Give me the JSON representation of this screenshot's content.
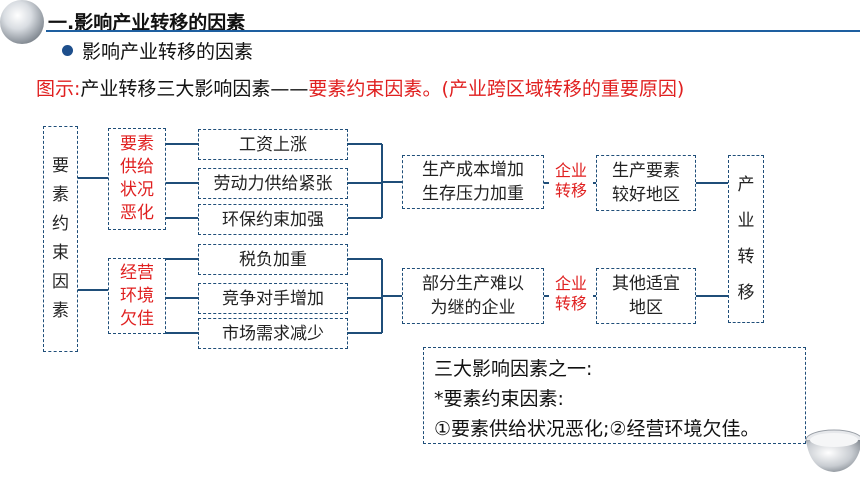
{
  "header": {
    "title": "一.影响产业转移的因素"
  },
  "section": {
    "bullet": "影响产业转移的因素"
  },
  "caption": {
    "label": "图示:",
    "text": "产业转移三大影响因素——",
    "highlight": "要素约束因素",
    "note": "。(产业跨区域转移的重要原因)"
  },
  "diagram": {
    "root_chars": [
      "要",
      "素",
      "约",
      "束",
      "因",
      "素"
    ],
    "group1": {
      "lines": [
        "要素",
        "供给",
        "状况",
        "恶化"
      ]
    },
    "group2": {
      "lines": [
        "经营",
        "环境",
        "欠佳"
      ]
    },
    "factors1": [
      "工资上涨",
      "劳动力供给紧张",
      "环保约束加强"
    ],
    "factors2": [
      "税负加重",
      "竞争对手增加",
      "市场需求减少"
    ],
    "result1": [
      "生产成本增加",
      "生存压力加重"
    ],
    "result2": [
      "部分生产难以",
      "为继的企业"
    ],
    "arrow1": [
      "企业",
      "转移"
    ],
    "arrow2": [
      "企业",
      "转移"
    ],
    "dest1": [
      "生产要素",
      "较好地区"
    ],
    "dest2": [
      "其他适宜",
      "地区"
    ],
    "final_chars": [
      "产",
      "业",
      "转",
      "移"
    ]
  },
  "summary": {
    "line1": "三大影响因素之一:",
    "line2": "*要素约束因素:",
    "line3": "①要素供给状况恶化;②经营环境欠佳。"
  },
  "colors": {
    "accent": "#1f4e79",
    "highlight": "#e02020"
  }
}
